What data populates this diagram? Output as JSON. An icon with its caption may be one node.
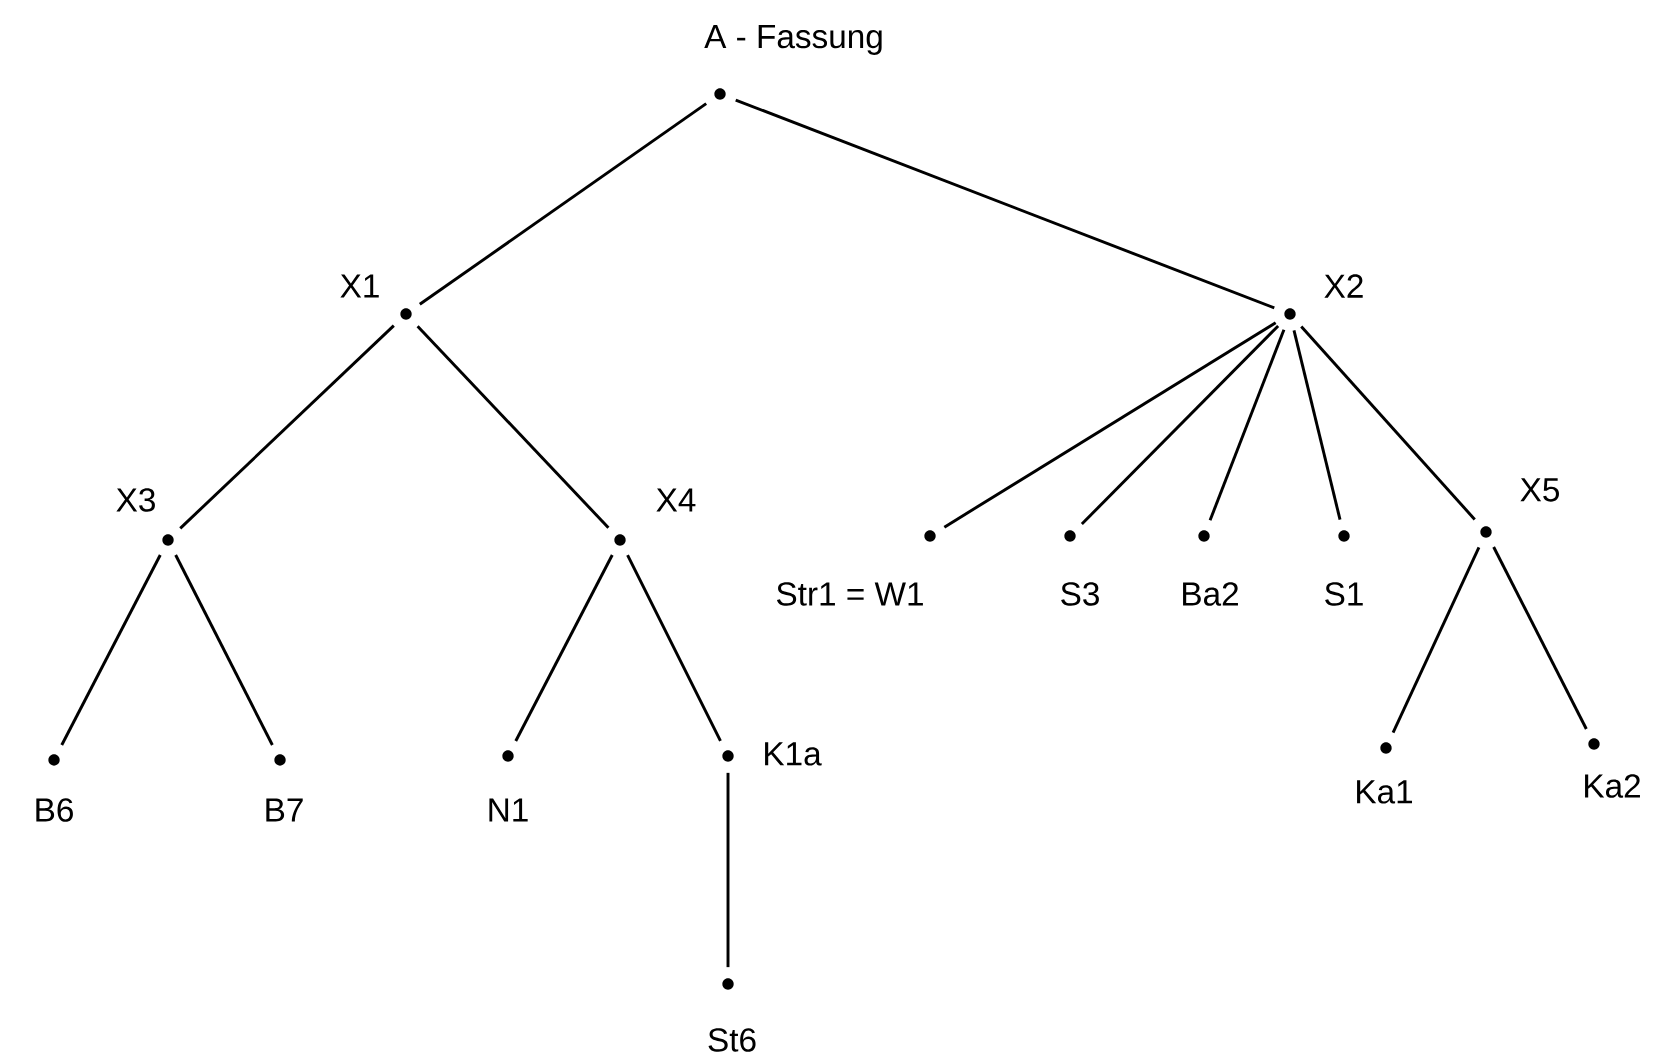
{
  "diagram": {
    "nodes": [
      {
        "text": [
          "A - Fassung"
        ]
      },
      {
        "text": [
          "X1"
        ]
      },
      {
        "text": [
          "X2"
        ]
      },
      {
        "text": [
          "X3"
        ]
      },
      {
        "text": [
          "X4"
        ]
      },
      {
        "text": [
          "Str1 = W1"
        ]
      },
      {
        "text": [
          "S3"
        ]
      },
      {
        "text": [
          "Ba2"
        ]
      },
      {
        "text": [
          "S1"
        ]
      },
      {
        "text": [
          "X5"
        ]
      },
      {
        "text": [
          "B6"
        ]
      },
      {
        "text": [
          "B7"
        ]
      },
      {
        "text": [
          "N1"
        ]
      },
      {
        "text": [
          "K1a"
        ]
      },
      {
        "text": [
          "St6"
        ]
      },
      {
        "text": [
          "Ka1"
        ]
      },
      {
        "text": [
          "Ka2"
        ]
      }
    ],
    "edges": [
      {
        "from": 0,
        "to": 1,
        "arrow": "none"
      },
      {
        "from": 0,
        "to": 2,
        "arrow": "none"
      },
      {
        "from": 1,
        "to": 3,
        "arrow": "none"
      },
      {
        "from": 1,
        "to": 4,
        "arrow": "none"
      },
      {
        "from": 3,
        "to": 10,
        "arrow": "none"
      },
      {
        "from": 3,
        "to": 11,
        "arrow": "none"
      },
      {
        "from": 4,
        "to": 12,
        "arrow": "none"
      },
      {
        "from": 4,
        "to": 13,
        "arrow": "none"
      },
      {
        "from": 13,
        "to": 14,
        "arrow": "none"
      },
      {
        "from": 2,
        "to": 5,
        "arrow": "none"
      },
      {
        "from": 2,
        "to": 6,
        "arrow": "none"
      },
      {
        "from": 2,
        "to": 7,
        "arrow": "none"
      },
      {
        "from": 2,
        "to": 8,
        "arrow": "none"
      },
      {
        "from": 2,
        "to": 9,
        "arrow": "none"
      },
      {
        "from": 9,
        "to": 15,
        "arrow": "none"
      },
      {
        "from": 9,
        "to": 16,
        "arrow": "none"
      }
    ]
  }
}
